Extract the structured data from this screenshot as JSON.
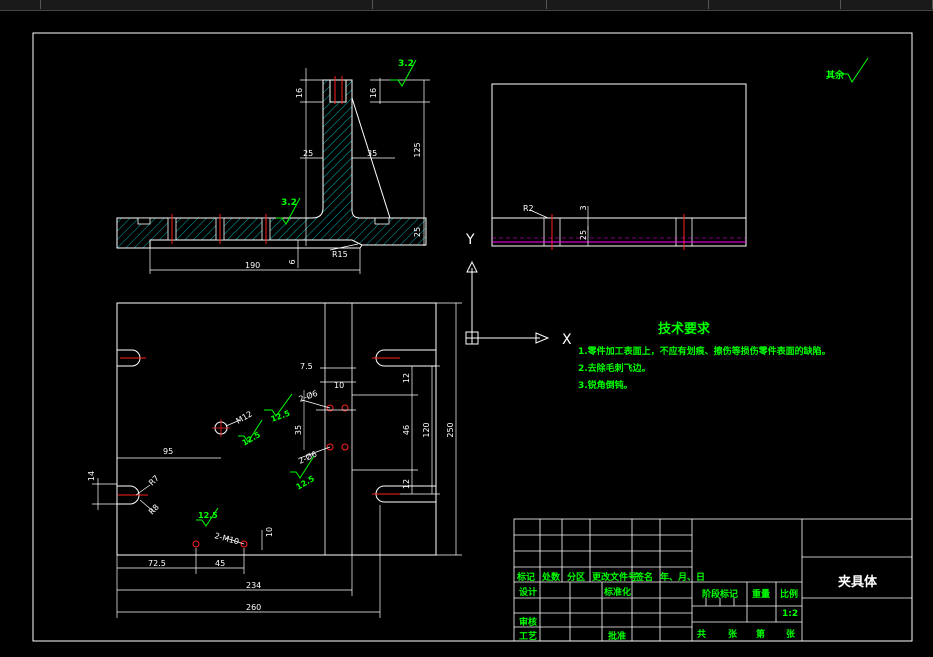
{
  "dimensions": {
    "top_16_left": "16",
    "top_16_right": "16",
    "top_25_left": "25",
    "top_25_right": "25",
    "top_125": "125",
    "top_35": "35",
    "top_6": "6",
    "top_190": "190",
    "top_r15": "R15",
    "right_r2": "R2",
    "right_3": "3",
    "right_25": "25",
    "plan_7_5": "7.5",
    "plan_10": "10",
    "plan_12_top": "12",
    "plan_46": "46",
    "plan_120": "120",
    "plan_250": "250",
    "plan_12_bot": "12",
    "plan_35": "35",
    "plan_95": "95",
    "plan_14": "14",
    "plan_r7": "R7",
    "plan_r8": "R8",
    "plan_10b": "10",
    "plan_72_5": "72.5",
    "plan_45": "45",
    "plan_234": "234",
    "plan_260": "260",
    "hole_2_r6_a": "2-Ø6",
    "hole_2_r6_b": "2-Ø6",
    "hole_2_m10": "2-M10",
    "hole_m12": "M12"
  },
  "roughness": {
    "r_3_2_top": "3.2",
    "r_3_2_mid": "3.2",
    "r_12_5_a": "12.5",
    "r_12_5_b": "12.5",
    "r_12_5_c": "12.5",
    "r_12_5_d": "12.5",
    "r_rest": "其余"
  },
  "axes": {
    "y_label": "Y",
    "x_label": "X"
  },
  "tech_requirements": {
    "title": "技术要求",
    "lines": [
      "1.零件加工表面上，不应有划痕、擦伤等损伤零件表面的缺陷。",
      "2.去除毛刺飞边。",
      "3.锐角倒钝。"
    ]
  },
  "title_block": {
    "part_name": "夹具体",
    "row_headers": [
      "标记",
      "处数",
      "分区",
      "更改文件号",
      "签名",
      "年、月、日"
    ],
    "design": "设计",
    "standardize": "标准化",
    "review": "审核",
    "process": "工艺",
    "approve": "批准",
    "stage_mark": "阶段标记",
    "weight": "重量",
    "scale": "比例",
    "scale_value": "1:2",
    "sheet_total": "共",
    "sheet_unit": "张",
    "sheet_num": "第",
    "sheet_unit2": "张"
  },
  "colors": {
    "line": "#ffffff",
    "dim_green": "#00ff00",
    "center_red": "#ff2020",
    "hatch": "#00dcdc",
    "magenta": "#ff00ff"
  }
}
